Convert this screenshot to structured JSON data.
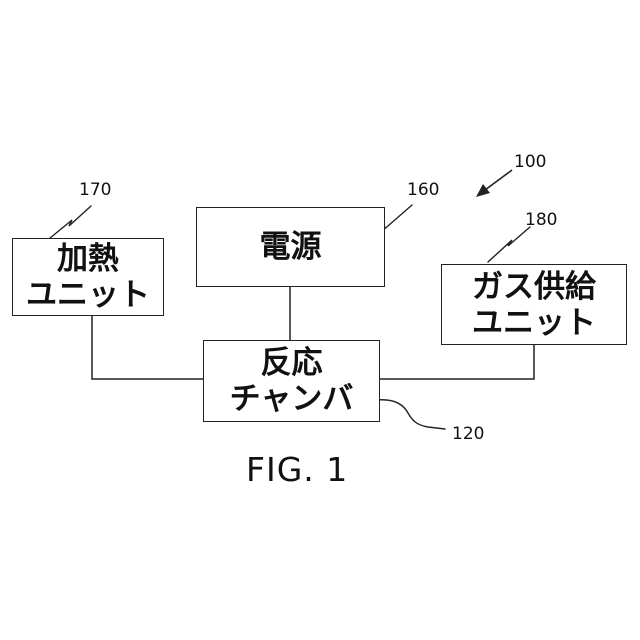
{
  "blocks": {
    "heating_unit": {
      "lines": [
        "加熱",
        "ユニット"
      ]
    },
    "power_supply": {
      "lines": [
        "電源"
      ]
    },
    "gas_supply_unit": {
      "lines": [
        "ガス供給",
        "ユニット"
      ]
    },
    "reaction_chamber": {
      "lines": [
        "反応",
        "チャンバ"
      ]
    }
  },
  "refs": {
    "system": "100",
    "reaction_chamber": "120",
    "power_supply": "160",
    "heating_unit": "170",
    "gas_supply_unit": "180"
  },
  "figure_label": "FIG. 1"
}
